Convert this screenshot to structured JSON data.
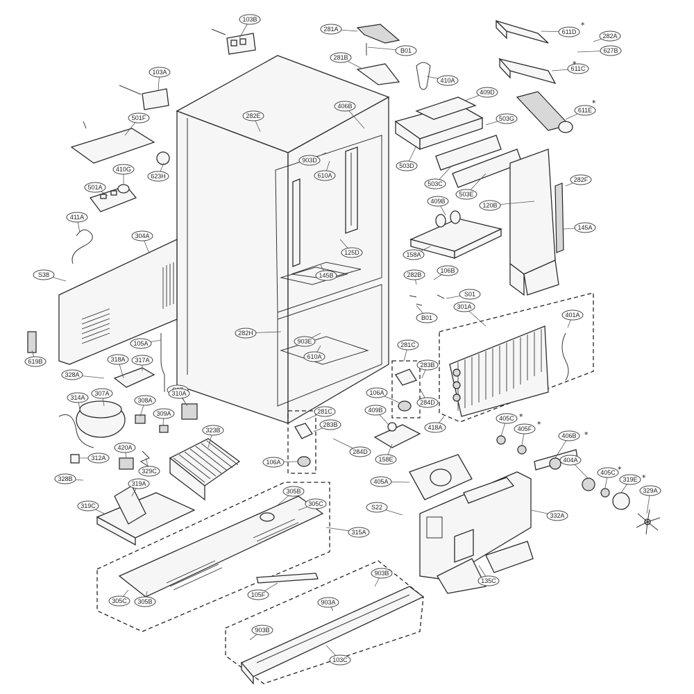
{
  "callouts": [
    {
      "id": "103B",
      "label": "103B"
    },
    {
      "id": "281A",
      "label": "281A"
    },
    {
      "id": "B01a",
      "label": "B01"
    },
    {
      "id": "281B",
      "label": "281B"
    },
    {
      "id": "410A",
      "label": "410A"
    },
    {
      "id": "409D",
      "label": "409D"
    },
    {
      "id": "611D",
      "label": "611D"
    },
    {
      "id": "282A",
      "label": "282A"
    },
    {
      "id": "627B",
      "label": "627B"
    },
    {
      "id": "611C",
      "label": "611C"
    },
    {
      "id": "611E",
      "label": "611E"
    },
    {
      "id": "103A",
      "label": "103A"
    },
    {
      "id": "282E",
      "label": "282E"
    },
    {
      "id": "406B",
      "label": "406B"
    },
    {
      "id": "501F",
      "label": "501F"
    },
    {
      "id": "903D",
      "label": "903D"
    },
    {
      "id": "610Aa",
      "label": "610A"
    },
    {
      "id": "503G",
      "label": "503G"
    },
    {
      "id": "503D",
      "label": "503D"
    },
    {
      "id": "410G",
      "label": "410G"
    },
    {
      "id": "623H",
      "label": "623H"
    },
    {
      "id": "503C",
      "label": "503C"
    },
    {
      "id": "503E",
      "label": "503E"
    },
    {
      "id": "282F",
      "label": "282F"
    },
    {
      "id": "501A",
      "label": "501A"
    },
    {
      "id": "409B",
      "label": "409B"
    },
    {
      "id": "120B",
      "label": "120B"
    },
    {
      "id": "411A",
      "label": "411A"
    },
    {
      "id": "145Aa",
      "label": "145A"
    },
    {
      "id": "304A",
      "label": "304A"
    },
    {
      "id": "125D",
      "label": "125D"
    },
    {
      "id": "158A",
      "label": "158A"
    },
    {
      "id": "145B",
      "label": "145B"
    },
    {
      "id": "S38",
      "label": "S38"
    },
    {
      "id": "282B",
      "label": "282B"
    },
    {
      "id": "106B",
      "label": "106B"
    },
    {
      "id": "S01",
      "label": "S01"
    },
    {
      "id": "301A",
      "label": "301A"
    },
    {
      "id": "B01b",
      "label": "B01"
    },
    {
      "id": "401A",
      "label": "401A"
    },
    {
      "id": "282H",
      "label": "282H"
    },
    {
      "id": "903E",
      "label": "903E"
    },
    {
      "id": "105A",
      "label": "105A"
    },
    {
      "id": "281C",
      "label": "281C"
    },
    {
      "id": "610Ab",
      "label": "610A"
    },
    {
      "id": "619B",
      "label": "619B"
    },
    {
      "id": "318A",
      "label": "318A"
    },
    {
      "id": "317A",
      "label": "317A"
    },
    {
      "id": "283B",
      "label": "283B"
    },
    {
      "id": "328A",
      "label": "328A"
    },
    {
      "id": "S07",
      "label": "S07"
    },
    {
      "id": "314A",
      "label": "314A"
    },
    {
      "id": "307A",
      "label": "307A"
    },
    {
      "id": "310A",
      "label": "310A"
    },
    {
      "id": "308A",
      "label": "308A"
    },
    {
      "id": "106A",
      "label": "106A"
    },
    {
      "id": "284D",
      "label": "284D"
    },
    {
      "id": "409Bb",
      "label": "409B"
    },
    {
      "id": "418A",
      "label": "418A"
    },
    {
      "id": "309A",
      "label": "309A"
    },
    {
      "id": "281Cb",
      "label": "281C"
    },
    {
      "id": "405C",
      "label": "405C"
    },
    {
      "id": "405F",
      "label": "405F"
    },
    {
      "id": "323B",
      "label": "323B"
    },
    {
      "id": "283Bb",
      "label": "283B"
    },
    {
      "id": "406Bb",
      "label": "406B"
    },
    {
      "id": "420A",
      "label": "420A"
    },
    {
      "id": "284Db",
      "label": "284D"
    },
    {
      "id": "312A",
      "label": "312A"
    },
    {
      "id": "329C",
      "label": "329C"
    },
    {
      "id": "106Ab",
      "label": "106A"
    },
    {
      "id": "158E",
      "label": "158E"
    },
    {
      "id": "404A",
      "label": "404A"
    },
    {
      "id": "405Cb",
      "label": "405C"
    },
    {
      "id": "328B",
      "label": "328B"
    },
    {
      "id": "319A",
      "label": "319A"
    },
    {
      "id": "405A",
      "label": "405A"
    },
    {
      "id": "319E",
      "label": "319E"
    },
    {
      "id": "329A",
      "label": "329A"
    },
    {
      "id": "319C",
      "label": "319C"
    },
    {
      "id": "305B",
      "label": "305B"
    },
    {
      "id": "305C",
      "label": "305C"
    },
    {
      "id": "S22",
      "label": "S22"
    },
    {
      "id": "332A",
      "label": "332A"
    },
    {
      "id": "315A",
      "label": "315A"
    },
    {
      "id": "903B",
      "label": "903B"
    },
    {
      "id": "135C",
      "label": "135C"
    },
    {
      "id": "305Cb",
      "label": "305C"
    },
    {
      "id": "305Bb",
      "label": "305B"
    },
    {
      "id": "105F",
      "label": "105F"
    },
    {
      "id": "903A",
      "label": "903A"
    },
    {
      "id": "903Bb",
      "label": "903B"
    },
    {
      "id": "103C",
      "label": "103C"
    }
  ],
  "markers": {
    "star": "*"
  }
}
